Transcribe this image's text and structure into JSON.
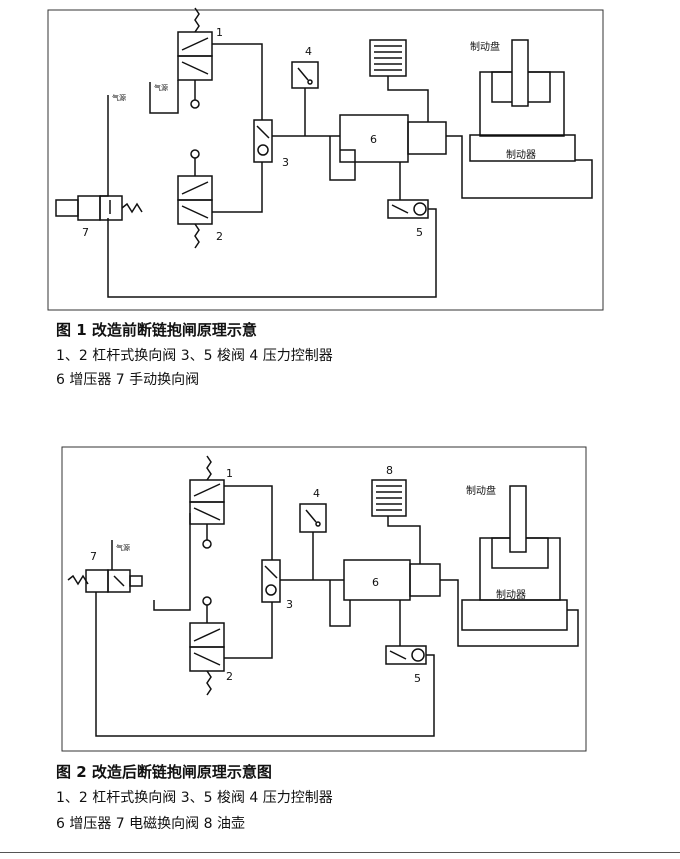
{
  "figure1": {
    "title": "图 1 改造前断链抱闸原理示意",
    "legend_line1": "1、2 杠杆式换向阀 3、5 梭阀 4 压力控制器",
    "legend_line2": "6 增压器 7 手动换向阀",
    "labels": {
      "n1": "1",
      "n2": "2",
      "n3": "3",
      "n4": "4",
      "n5": "5",
      "n6": "6",
      "n7": "7",
      "brake_disc": "制动盘",
      "brake": "制动器",
      "exhaust_a": "气源",
      "exhaust_b": "气源"
    }
  },
  "figure2": {
    "title": "图 2 改造后断链抱闸原理示意图",
    "legend_line1": "1、2 杠杆式换向阀 3、5 梭阀 4 压力控制器",
    "legend_line2": "6 增压器 7 电磁换向阀 8 油壶",
    "labels": {
      "n1": "1",
      "n2": "2",
      "n3": "3",
      "n4": "4",
      "n5": "5",
      "n6": "6",
      "n7": "7",
      "n8": "8",
      "brake_disc": "制动盘",
      "brake": "制动器",
      "exhaust": "气源"
    }
  }
}
